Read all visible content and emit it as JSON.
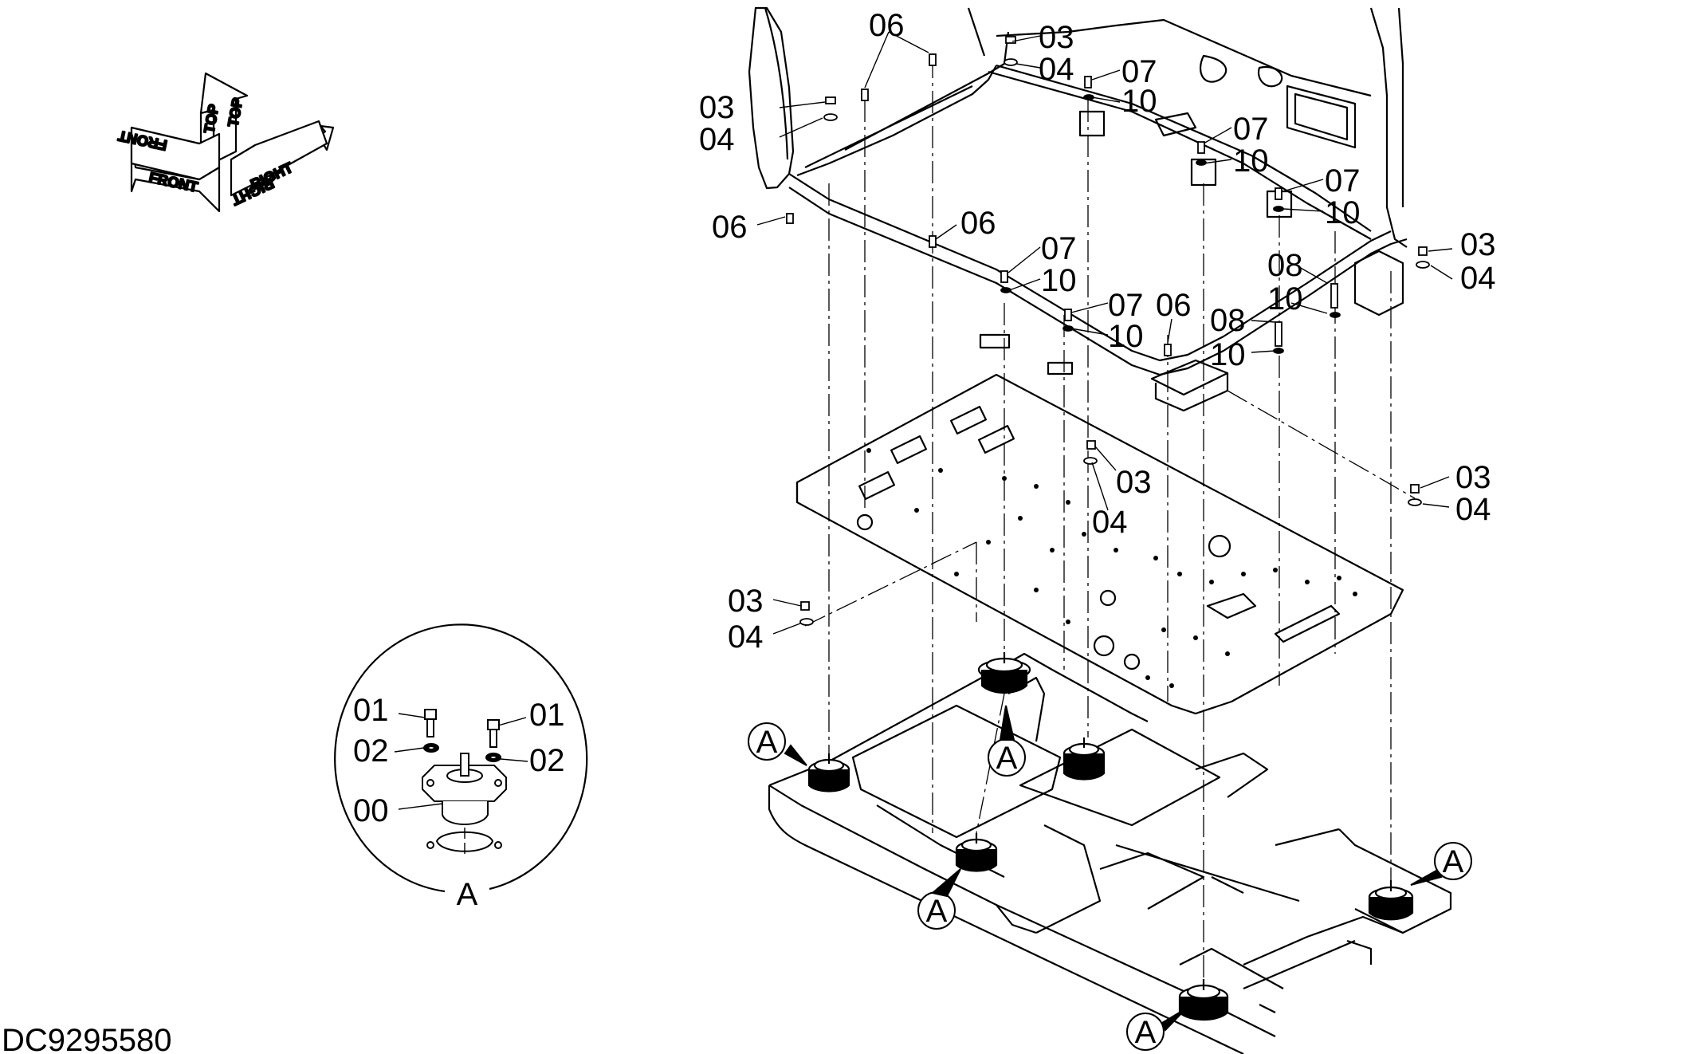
{
  "document_id": "DC9295580",
  "orientation": {
    "front": "FRONT",
    "top": "TOP",
    "right": "RIGHT"
  },
  "detail_view": {
    "title": "A",
    "labels": [
      "01",
      "01",
      "02",
      "02",
      "00"
    ]
  },
  "callouts": [
    "06",
    "03",
    "04",
    "07",
    "10",
    "03",
    "04",
    "07",
    "10",
    "07",
    "10",
    "03",
    "04",
    "06",
    "06",
    "07",
    "10",
    "08",
    "10",
    "07",
    "10",
    "06",
    "08",
    "10",
    "03",
    "04",
    "03",
    "04",
    "03",
    "04"
  ],
  "mount_markers": [
    "A",
    "A",
    "A",
    "A",
    "A"
  ],
  "colors": {
    "line": "#000000",
    "background": "#ffffff"
  }
}
